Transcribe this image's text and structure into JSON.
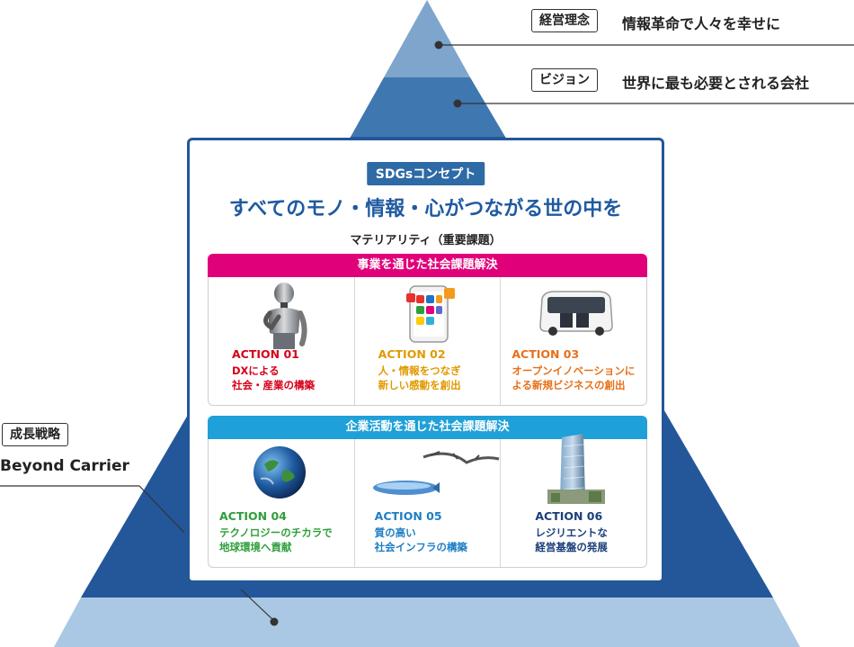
{
  "philosophy": {
    "tag": "経営理念",
    "text": "情報革命で人々を幸せに"
  },
  "vision": {
    "tag": "ビジョン",
    "text": "世界に最も必要とされる会社"
  },
  "strategy": {
    "tag": "成長戦略",
    "text": "Beyond Carrier"
  },
  "sdgs": {
    "badge": "SDGsコンセプト",
    "headline": "すべてのモノ・情報・心がつながる世の中を",
    "materiality": "マテリアリティ（重要課題）",
    "groups": [
      {
        "title": "事業を通じた社会課題解決",
        "color": "#e0007a",
        "actions": [
          {
            "label": "ACTION 01",
            "line1": "DXによる",
            "line2": "社会・産業の構築",
            "color": "#d7001a",
            "illustration": "humanoid-robot"
          },
          {
            "label": "ACTION 02",
            "line1": "人・情報をつなぎ",
            "line2": "新しい感動を創出",
            "color": "#e09a00",
            "illustration": "smartphone-apps"
          },
          {
            "label": "ACTION 03",
            "line1": "オープンイノベーションに",
            "line2": "よる新規ビジネスの創出",
            "color": "#e8701a",
            "illustration": "autonomous-bus"
          }
        ]
      },
      {
        "title": "企業活動を通じた社会課題解決",
        "color": "#1fa0d8",
        "actions": [
          {
            "label": "ACTION 04",
            "line1": "テクノロジーのチカラで",
            "line2": "地球環境へ貢献",
            "color": "#2e9e3a",
            "illustration": "earth-globe"
          },
          {
            "label": "ACTION 05",
            "line1": "質の高い",
            "line2": "社会インフラの構築",
            "color": "#1f7fc4",
            "illustration": "stratospheric-aircraft"
          },
          {
            "label": "ACTION 06",
            "line1": "レジリエントな",
            "line2": "経営基盤の発展",
            "color": "#1b3f7a",
            "illustration": "skyscraper"
          }
        ]
      }
    ]
  },
  "colors": {
    "tier_top": "#7ea5cc",
    "tier_vision": "#3f78b0",
    "tier_strategy": "#23579a",
    "tier_base": "#aac7e3",
    "box_border": "#23579a"
  }
}
